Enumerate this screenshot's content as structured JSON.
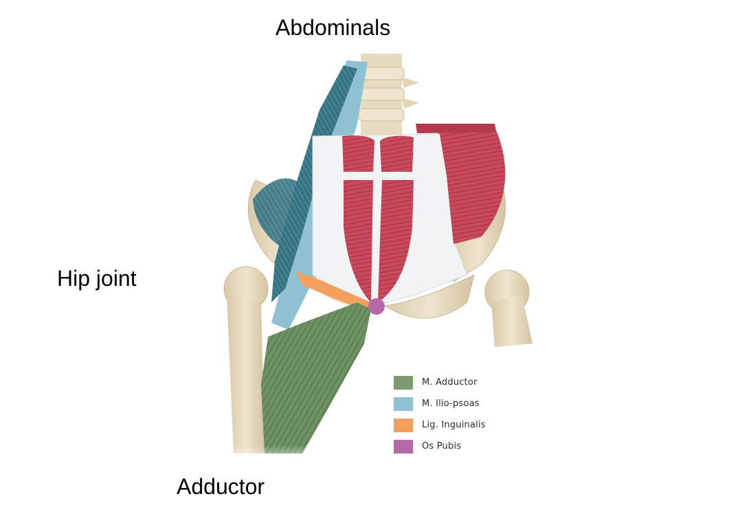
{
  "labels": {
    "abdominals": "Abdominals",
    "hip_joint": "Hip joint",
    "adductor": "Adductor"
  },
  "legend": [
    {
      "label": "M. Adductor",
      "color": "#7d9a71"
    },
    {
      "label": "M. Ilio-psoas",
      "color": "#8fc1d3"
    },
    {
      "label": "Lig. Inguinalis",
      "color": "#f3a05e"
    },
    {
      "label": "Os Pubis",
      "color": "#b56aa7"
    }
  ],
  "colors": {
    "bone": "#e8dcc2",
    "muscle_red": "#c4485a",
    "fascia": "#f2f3f5",
    "iliopsoas_dark": "#3d7a8a",
    "iliopsoas_light": "#8fc1d3",
    "adductor": "#6f9265",
    "inguinal": "#f3a05e",
    "pubis": "#b56aa7"
  }
}
